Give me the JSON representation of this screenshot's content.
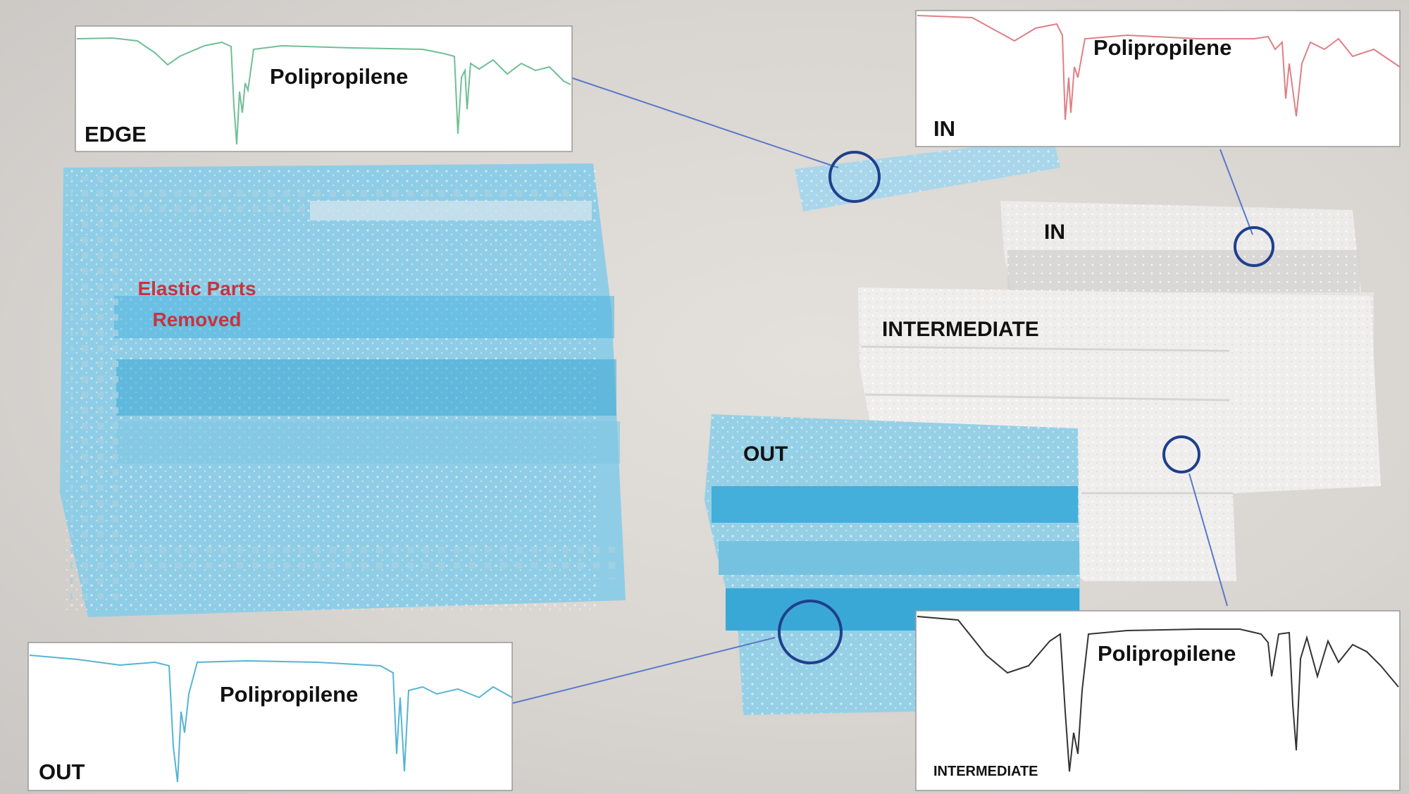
{
  "photo": {
    "annotation": {
      "line1": "Elastic Parts",
      "line2": "Removed",
      "color": "#c8333f"
    },
    "layer_labels": {
      "in": "IN",
      "intermediate": "INTERMEDIATE",
      "out": "OUT"
    },
    "colors": {
      "background": "#dcd8d4",
      "mask_blue": "#8fcde6",
      "mask_blue_dark": "#3aaad6",
      "white_layer": "#ecebea",
      "circle": "#1f3f8c",
      "connector": "#5a78c8"
    }
  },
  "spectra": [
    {
      "id": "edge",
      "title": "Polipropilene",
      "tag": "EDGE",
      "color": "#6fbf96"
    },
    {
      "id": "in",
      "title": "Polipropilene",
      "tag": "IN",
      "color": "#e07f86"
    },
    {
      "id": "out",
      "title": "Polipropilene",
      "tag": "OUT",
      "color": "#55b4d6"
    },
    {
      "id": "intermediate",
      "title": "Polipropilene",
      "tag": "INTERMEDIATE",
      "color": "#333333"
    }
  ]
}
